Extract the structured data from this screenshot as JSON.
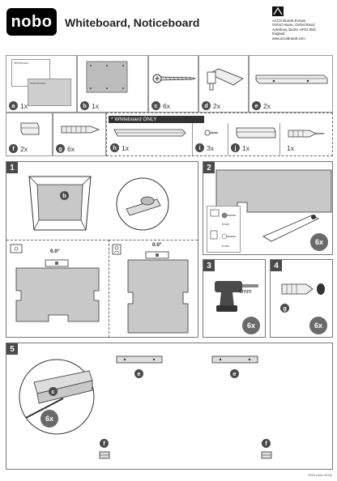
{
  "brand": {
    "logo": "nobo",
    "title": "Whiteboard, Noticeboard"
  },
  "acco": {
    "address": "ACCO Brands Europe\nOxford House, Oxford Road,\nAylesbury, Bucks. HP21 8SZ,\nEngland\nwww.accobrands.com"
  },
  "parts": {
    "a": {
      "letter": "a",
      "qty": "1x",
      "labels": [
        "Whiteboard",
        "Noticeboard"
      ]
    },
    "b": {
      "letter": "b",
      "qty": "1x"
    },
    "c": {
      "letter": "c",
      "qty": "6x"
    },
    "d": {
      "letter": "d",
      "qty": "2x"
    },
    "e": {
      "letter": "e",
      "qty": "2x"
    },
    "f": {
      "letter": "f",
      "qty": "2x"
    },
    "g": {
      "letter": "g",
      "qty": "6x"
    },
    "whiteboard_only": "* Whiteboard ONLY",
    "h": {
      "letter": "h",
      "qty": "1x"
    },
    "i": {
      "letter": "i",
      "qty": "3x"
    },
    "j": {
      "letter": "j",
      "qty": "1x"
    },
    "k": {
      "qty": "1x"
    }
  },
  "steps": {
    "s1": {
      "num": "1",
      "part": "b",
      "angle_a": "0.0°",
      "angle_b": "0.0°"
    },
    "s2": {
      "num": "2",
      "count": "6x",
      "mm_a": "6 mm",
      "mm_b": "6 mm"
    },
    "s3": {
      "num": "3",
      "drill": "6mm",
      "count": "6x"
    },
    "s4": {
      "num": "4",
      "part": "g",
      "count": "6x"
    },
    "s5": {
      "num": "5",
      "part_c": "c",
      "count": "6x",
      "part_e1": "e",
      "part_e2": "e",
      "part_f1": "f",
      "part_f2": "f"
    }
  },
  "footer": "9316 (June 2015)"
}
